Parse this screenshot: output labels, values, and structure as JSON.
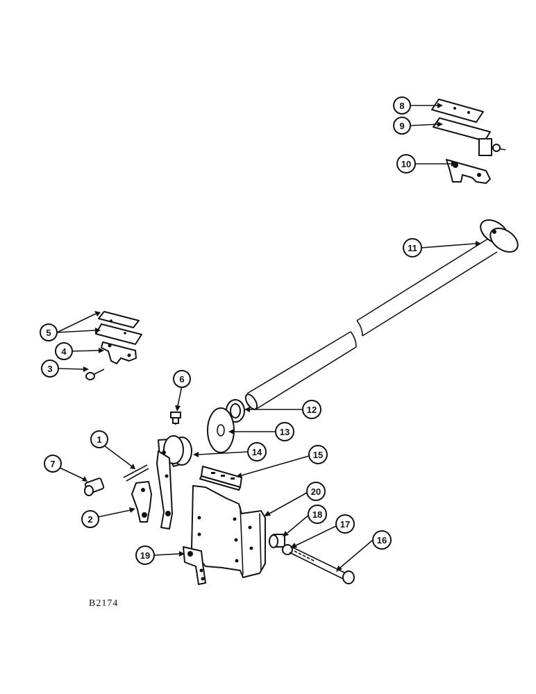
{
  "drawing_code": "B2174",
  "callouts": [
    {
      "id": "1",
      "label": "1"
    },
    {
      "id": "2",
      "label": "2"
    },
    {
      "id": "3",
      "label": "3"
    },
    {
      "id": "4",
      "label": "4"
    },
    {
      "id": "5",
      "label": "5"
    },
    {
      "id": "6",
      "label": "6"
    },
    {
      "id": "7",
      "label": "7"
    },
    {
      "id": "8",
      "label": "8"
    },
    {
      "id": "9",
      "label": "9"
    },
    {
      "id": "10",
      "label": "10"
    },
    {
      "id": "11",
      "label": "11"
    },
    {
      "id": "12",
      "label": "12"
    },
    {
      "id": "13",
      "label": "13"
    },
    {
      "id": "14",
      "label": "14"
    },
    {
      "id": "15",
      "label": "15"
    },
    {
      "id": "16",
      "label": "16"
    },
    {
      "id": "17",
      "label": "17"
    },
    {
      "id": "18",
      "label": "18"
    },
    {
      "id": "19",
      "label": "19"
    },
    {
      "id": "20",
      "label": "20"
    }
  ]
}
